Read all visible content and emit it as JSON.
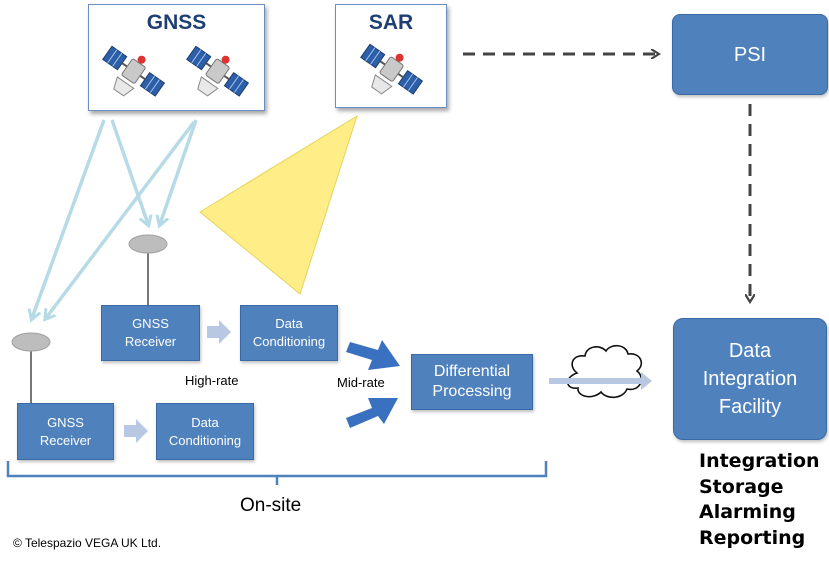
{
  "satellites": {
    "gnss_title": "GNSS",
    "sar_title": "SAR"
  },
  "nodes": {
    "psi": "PSI",
    "upper_receiver": [
      "GNSS",
      "Receiver"
    ],
    "upper_conditioning": [
      "Data",
      "Conditioning"
    ],
    "lower_receiver": [
      "GNSS",
      "Receiver"
    ],
    "lower_conditioning": [
      "Data",
      "Conditioning"
    ],
    "differential": [
      "Differential",
      "Processing"
    ],
    "facility": [
      "Data",
      "Integration",
      "Facility"
    ]
  },
  "labels": {
    "high_rate": "High-rate",
    "mid_rate": "Mid-rate",
    "on_site": "On-site",
    "copyright": "© Telespazio VEGA UK Ltd."
  },
  "functions": [
    "Integration",
    "Storage",
    "Alarming",
    "Reporting"
  ],
  "colors": {
    "box_fill": "#4f81bd",
    "box_title": "#1f3f73",
    "beam": "#ffee88",
    "signal": "#b7dbe6",
    "bracket": "#4f81bd"
  }
}
